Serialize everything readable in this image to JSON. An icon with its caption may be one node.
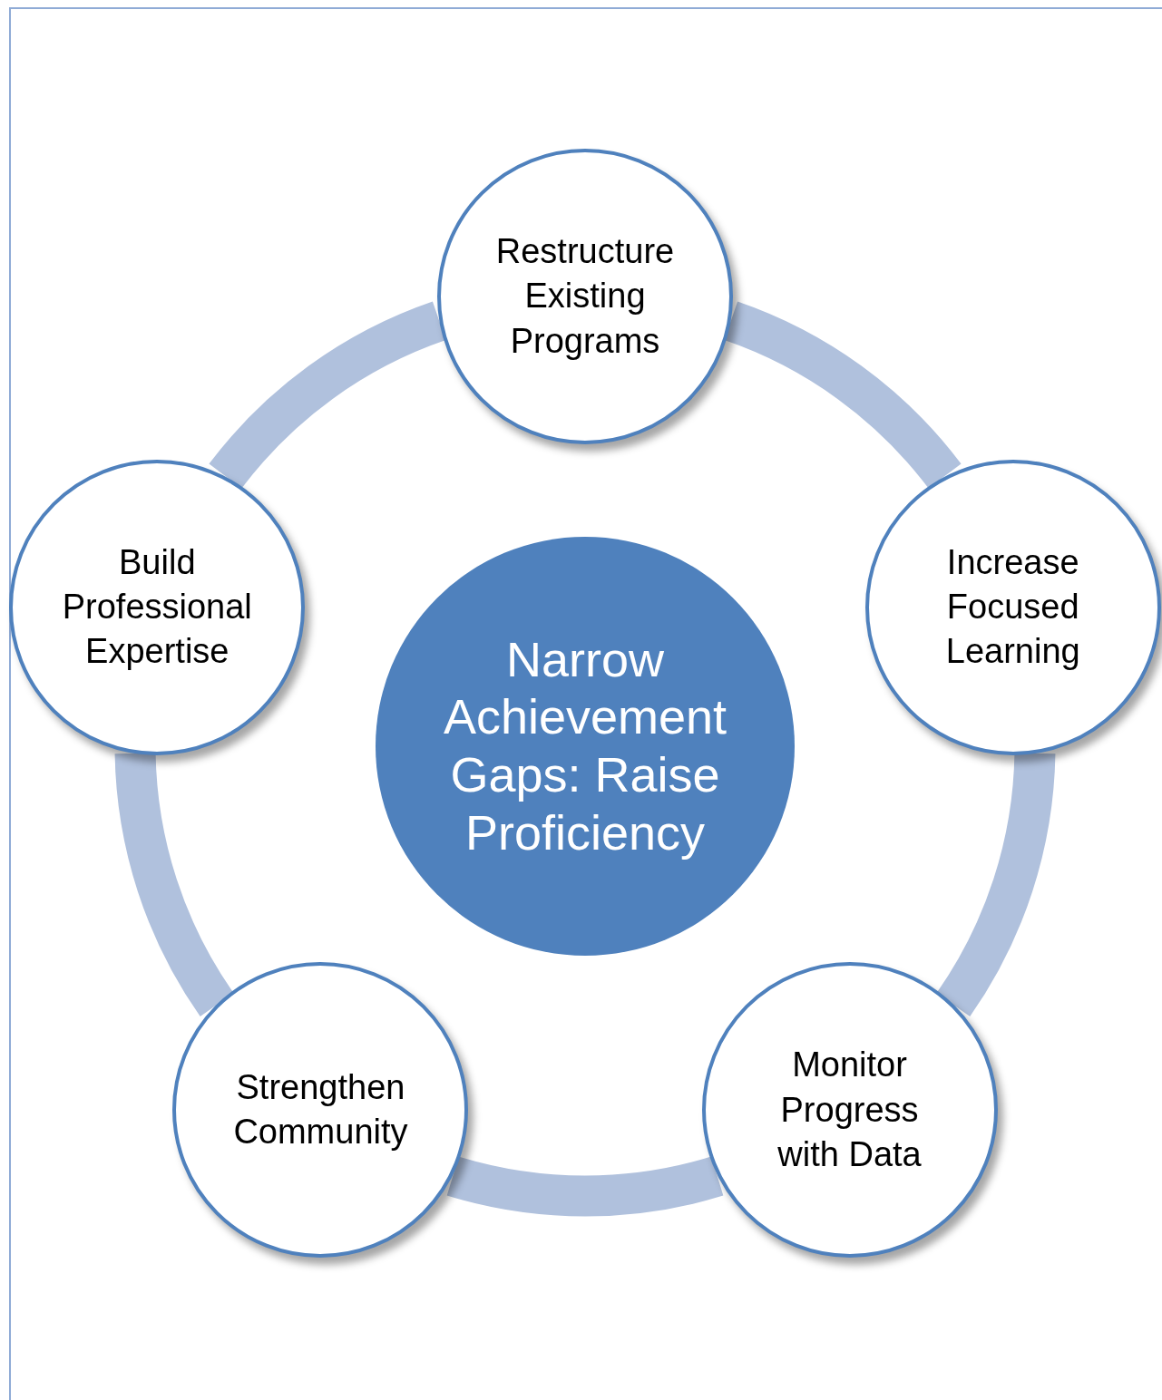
{
  "diagram": {
    "nodes": [
      {
        "text": [
          "Narrow Achievement Gaps: Raise Proficiency"
        ]
      },
      {
        "text": [
          "Restructure Existing Programs"
        ]
      },
      {
        "text": [
          "Increase Focused Learning"
        ]
      },
      {
        "text": [
          "Monitor Progress with Data"
        ]
      },
      {
        "text": [
          "Strengthen Community"
        ]
      },
      {
        "text": [
          "Build Professional Expertise"
        ]
      }
    ],
    "edges": [
      {
        "from": 1,
        "to": 2,
        "arrow": "none"
      },
      {
        "from": 2,
        "to": 3,
        "arrow": "none"
      },
      {
        "from": 3,
        "to": 4,
        "arrow": "none"
      },
      {
        "from": 4,
        "to": 5,
        "arrow": "none"
      },
      {
        "from": 5,
        "to": 1,
        "arrow": "none"
      }
    ]
  }
}
